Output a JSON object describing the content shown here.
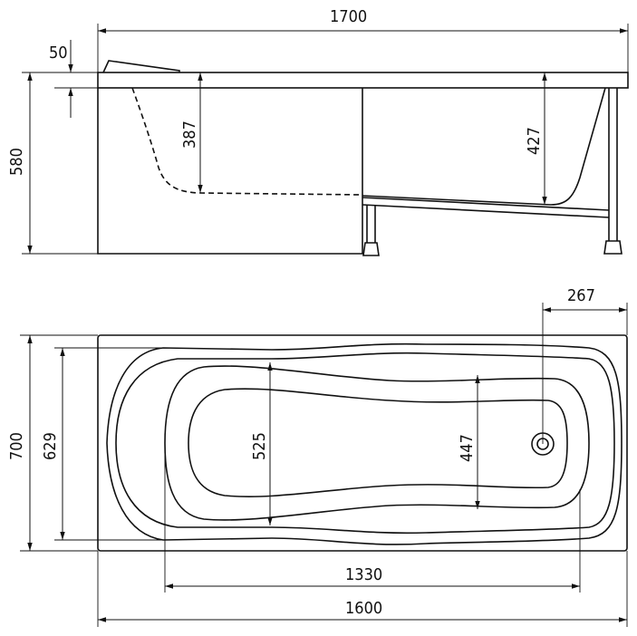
{
  "side_view": {
    "total_length": "1700",
    "rim_thickness": "50",
    "total_height": "580",
    "depth_shallow": "387",
    "depth_deep": "427"
  },
  "top_view": {
    "drain_offset": "267",
    "total_width": "700",
    "inner_width": "629",
    "basin_width_wide": "525",
    "basin_width_narrow": "447",
    "inner_length": "1330",
    "outer_length": "1600"
  }
}
